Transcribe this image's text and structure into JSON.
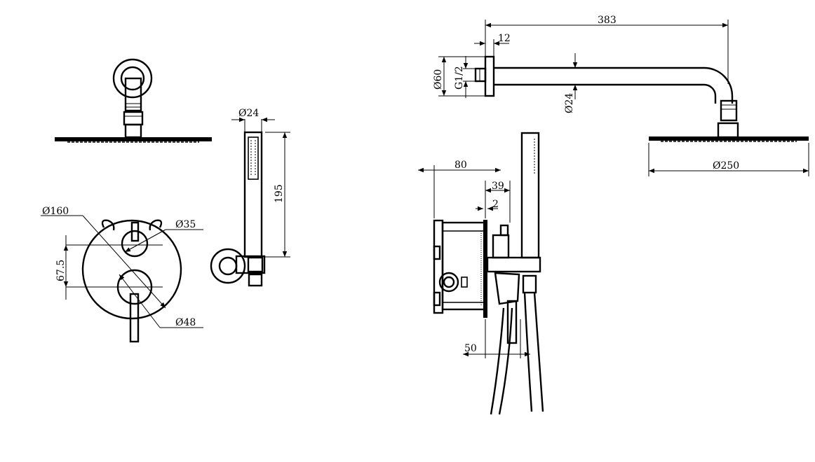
{
  "colors": {
    "line": "#000000",
    "background": "#ffffff"
  },
  "dimensions": {
    "handset_dia": "Ø24",
    "handset_length": "195",
    "plate_dia": "Ø160",
    "upper_knob_dia": "Ø35",
    "center_distance": "67.5",
    "lower_knob_dia": "Ø48",
    "arm_length": "383",
    "flange_depth": "12",
    "flange_dia": "Ø60",
    "thread": "G1/2",
    "arm_dia": "Ø24",
    "head_dia": "Ø250",
    "body_depth": "80",
    "trim_depth": "39",
    "plate_gap": "2",
    "handle_offset": "50"
  }
}
